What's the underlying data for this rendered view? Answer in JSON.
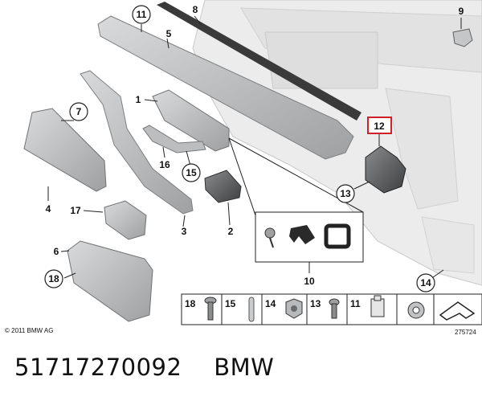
{
  "callouts": {
    "c1": "1",
    "c2": "2",
    "c3": "3",
    "c4": "4",
    "c5": "5",
    "c6": "6",
    "c7": "7",
    "c8": "8",
    "c9": "9",
    "c10": "10",
    "c11": "11",
    "c12": "12",
    "c13": "13",
    "c14": "14",
    "c15": "15",
    "c16": "16",
    "c17": "17",
    "c18": "18"
  },
  "legend": {
    "items": [
      "18",
      "15",
      "14",
      "13",
      "11"
    ]
  },
  "copyright": "© 2011 BMW AG",
  "image_number": "275724",
  "part_number": "51717270092",
  "brand": "BMW",
  "colors": {
    "highlight": "#d0202a",
    "part_gray": "#bfc1c3",
    "line": "#222222"
  }
}
